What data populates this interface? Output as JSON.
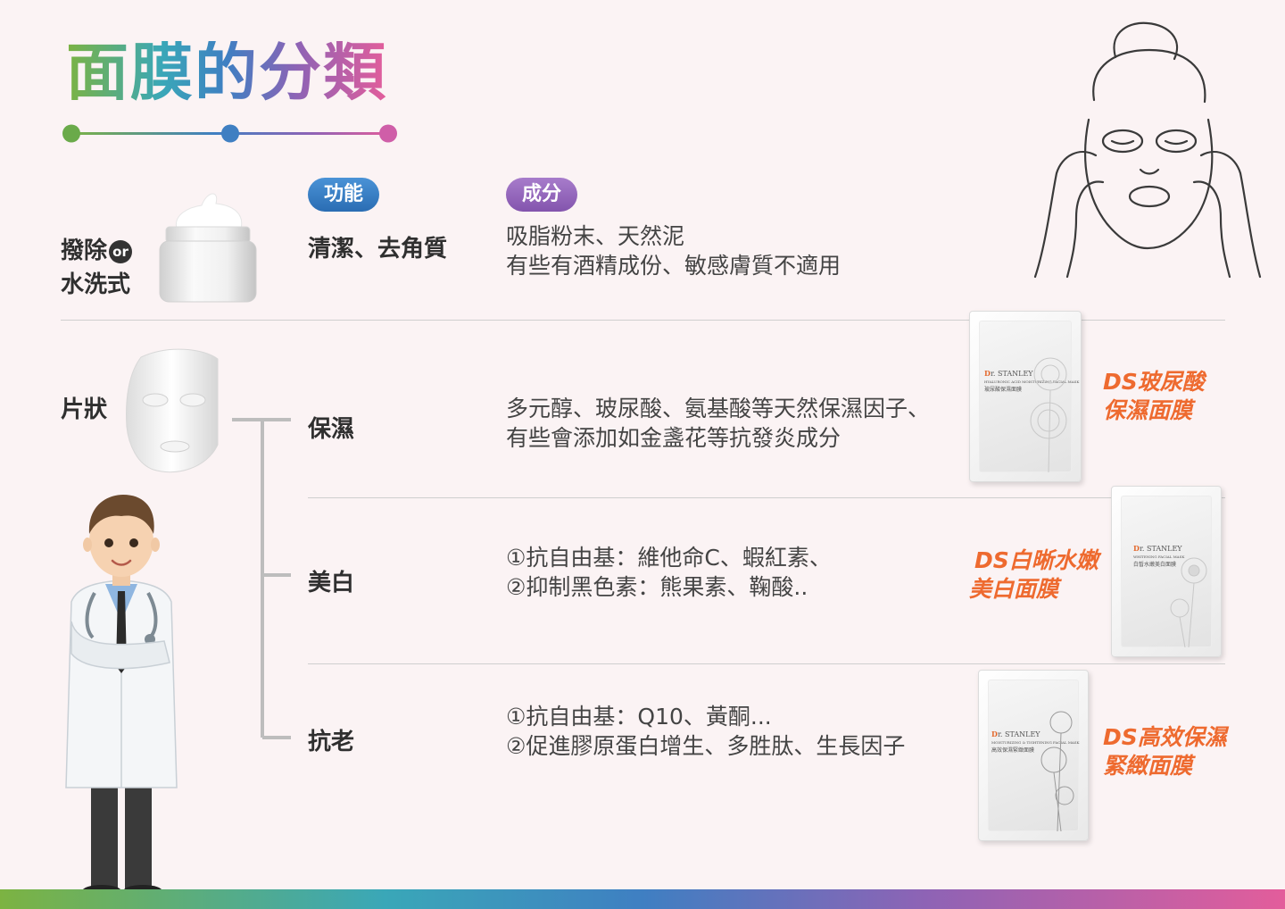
{
  "title": "面膜的分類",
  "badges": {
    "function": "功能",
    "ingredients": "成分"
  },
  "rows": {
    "peel": {
      "category_line1": "撥除",
      "or": "or",
      "category_line2": "水洗式",
      "function": "清潔、去角質",
      "desc_line1": "吸脂粉末、天然泥",
      "desc_line2": "有些有酒精成份、敏感膚質不適用"
    },
    "sheet": {
      "category": "片狀"
    },
    "moist": {
      "function": "保濕",
      "desc_line1": "多元醇、玻尿酸、氨基酸等天然保濕因子、",
      "desc_line2": "有些會添加如金盞花等抗發炎成分",
      "product_line1": "DS玻尿酸",
      "product_line2": "保濕面膜"
    },
    "white": {
      "function": "美白",
      "desc_line1": "①抗自由基：維他命C、蝦紅素、",
      "desc_line2": "②抑制黑色素：熊果素、鞠酸..",
      "product_line1": "DS白晰水嫩",
      "product_line2": "美白面膜"
    },
    "antiage": {
      "function": "抗老",
      "desc_line1": "①抗自由基：Q10、黃酮...",
      "desc_line2": "②促進膠原蛋白增生、多胜肽、生長因子",
      "product_line1": "DS高效保濕",
      "product_line2": "緊緻面膜"
    }
  },
  "packets": [
    {
      "brand_initial": "D",
      "brand_rest": "r. STANLEY",
      "name_en": "HYALURONIC ACID MOISTURIZING FACIAL MASK",
      "name_zh": "玻尿酸保濕面膜"
    },
    {
      "brand_initial": "D",
      "brand_rest": "r. STANLEY",
      "name_en": "WHITENING FACIAL MASK",
      "name_zh": "白皙水嫩美白面膜"
    },
    {
      "brand_initial": "D",
      "brand_rest": "r. STANLEY",
      "name_en": "MOISTURIZING & TIGHTENING FACIAL MASK",
      "name_zh": "高效保濕緊緻面膜"
    }
  ],
  "colors": {
    "accent_orange": "#ee6a2f",
    "function_badge": "#2a6db3",
    "ingredient_badge": "#8354ad",
    "gradient": [
      "#7cb342",
      "#3f7fc2",
      "#8e63b5",
      "#e35d9b"
    ]
  },
  "icons": [
    "cream-jar-icon",
    "sheet-mask-icon",
    "doctor-illustration",
    "masked-face-illustration",
    "mask-packet-icon"
  ]
}
